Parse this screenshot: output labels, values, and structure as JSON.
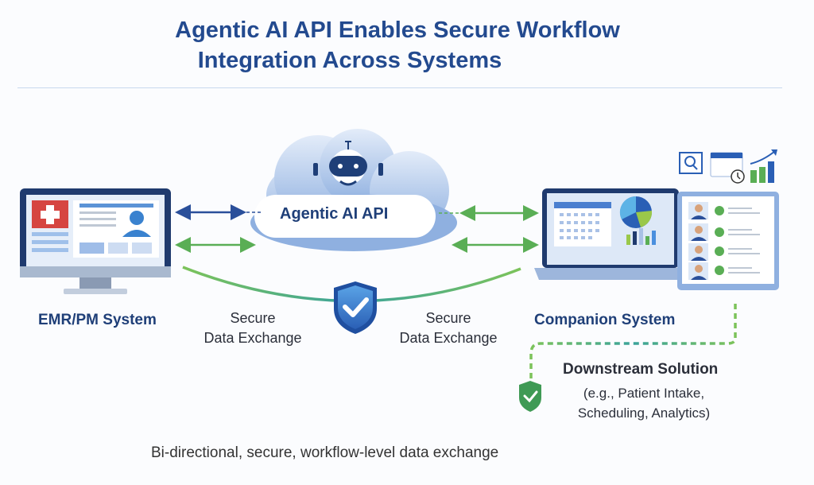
{
  "title": {
    "line1": "Agentic AI API Enables Secure Workflow",
    "line2": "Integration Across Systems"
  },
  "nodes": {
    "emr": {
      "label": "EMR/PM System",
      "icon": "monitor-medical-record-icon"
    },
    "api": {
      "label": "Agentic AI API",
      "icon": "robot-cloud-icon"
    },
    "companion": {
      "label": "Companion System",
      "icon": "laptop-dashboard-icon"
    },
    "downstream": {
      "title": "Downstream Solution",
      "line2": "(e.g., Patient Intake,",
      "line3": "Scheduling, Analytics)",
      "icon": "shield-check-icon"
    }
  },
  "edges": {
    "left_label_1": "Secure",
    "left_label_2": "Data Exchange",
    "right_label_1": "Secure",
    "right_label_2": "Data Exchange"
  },
  "caption": "Bi-directional, secure, workflow-level data exchange",
  "colors": {
    "title": "#234a8f",
    "accent_blue": "#2a4f9a",
    "accent_green": "#5aae55",
    "cloud": "#b9cfee",
    "red": "#d64541"
  }
}
